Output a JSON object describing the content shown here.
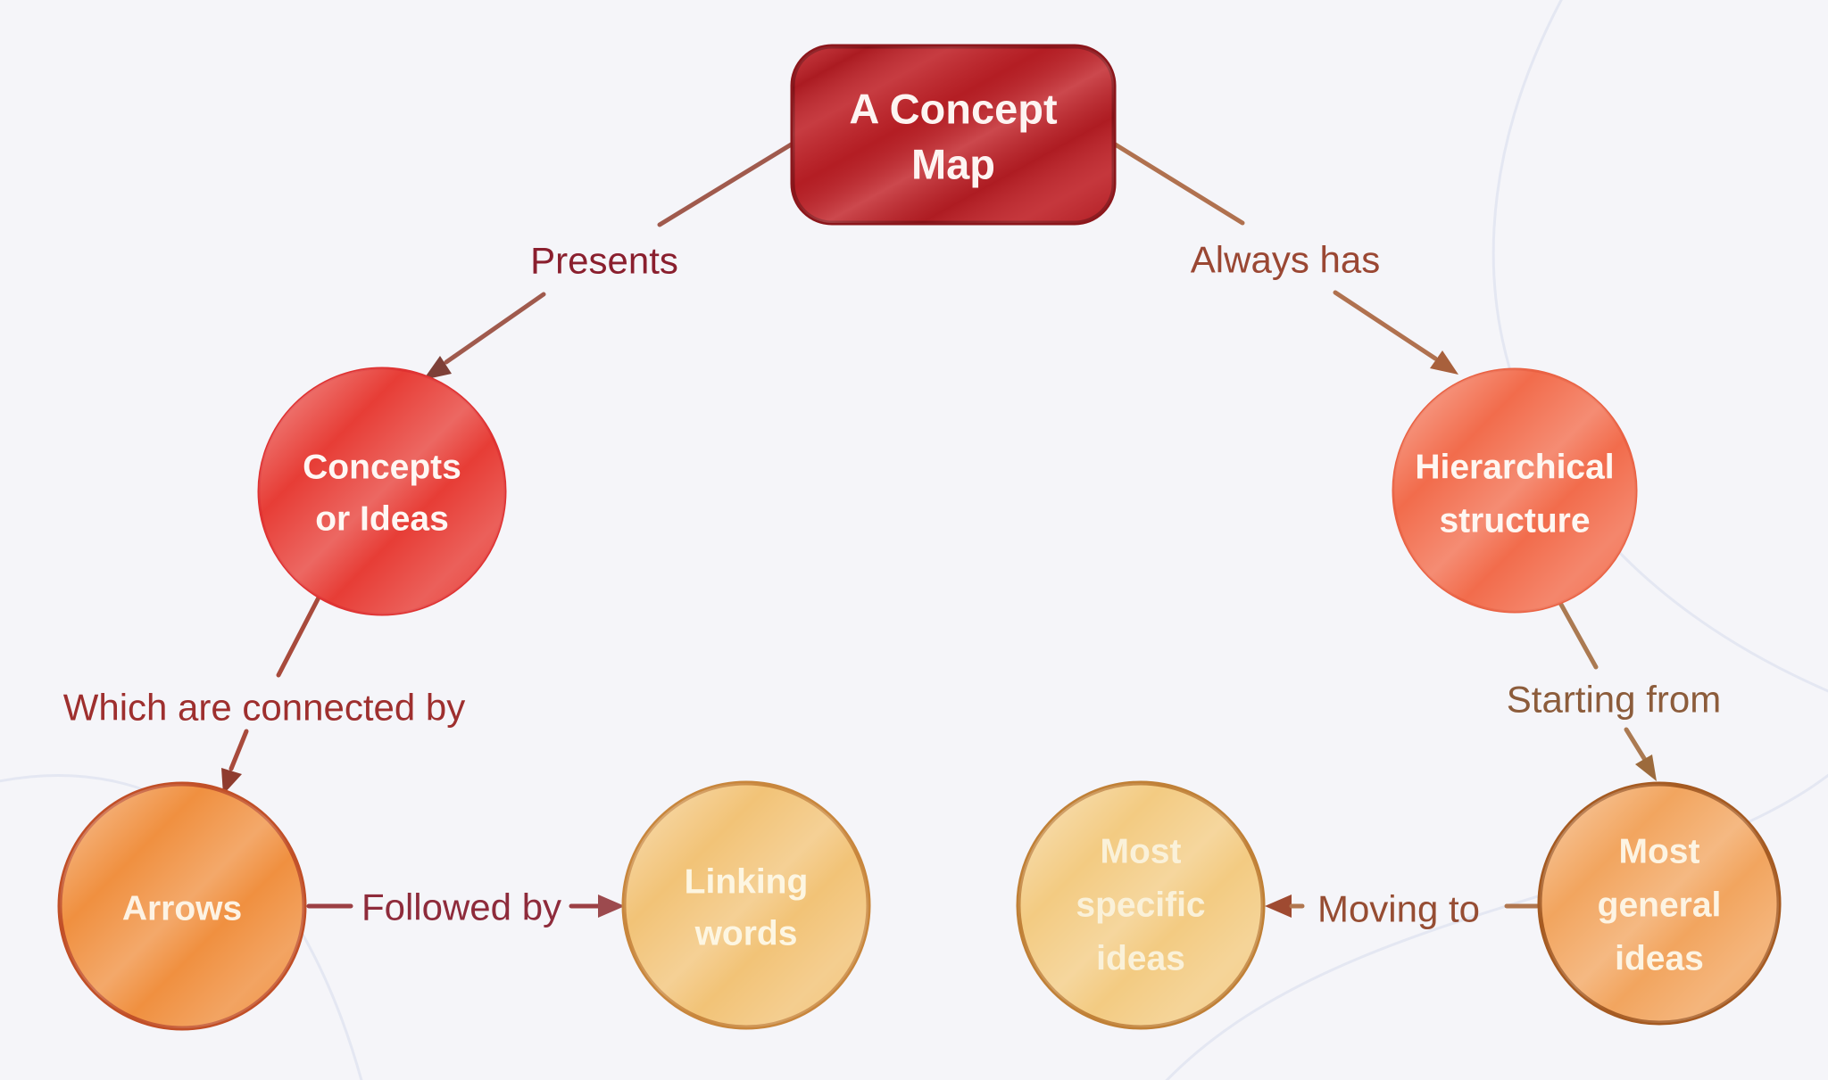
{
  "diagram": {
    "title": "A Concept Map",
    "background": "#f5f5f9"
  },
  "root": {
    "label": "A Concept Map",
    "lines": [
      "A Concept",
      "Map"
    ],
    "fill": "#bf2127",
    "border": "#8c161b",
    "text_color": "#fdf4f2"
  },
  "nodes": [
    {
      "id": "concepts-or-ideas",
      "label": "Concepts or Ideas",
      "lines": [
        "Concepts",
        "or Ideas"
      ],
      "fill": "#e73d36",
      "border": "#df3130",
      "text_color": "#fef7f4"
    },
    {
      "id": "hierarchical-structure",
      "label": "Hierarchical structure",
      "lines": [
        "Hierarchical",
        "structure"
      ],
      "fill": "#f26c4c",
      "border": "#ea6142",
      "text_color": "#fef7f2"
    },
    {
      "id": "arrows",
      "label": "Arrows",
      "lines": [
        "Arrows"
      ],
      "fill": "#f09040",
      "border": "#c14f27",
      "text_color": "#fdf3e4"
    },
    {
      "id": "linking-words",
      "label": "Linking words",
      "lines": [
        "Linking",
        "words"
      ],
      "fill": "#f2c377",
      "border": "#c8863c",
      "text_color": "#fdf6e2"
    },
    {
      "id": "most-specific-ideas",
      "label": "Most specific ideas",
      "lines": [
        "Most",
        "specific",
        "ideas"
      ],
      "fill": "#f3cb82",
      "border": "#c08036",
      "text_color": "#faf1d9"
    },
    {
      "id": "most-general-ideas",
      "label": "Most general ideas",
      "lines": [
        "Most",
        "general",
        "ideas"
      ],
      "fill": "#f2a55f",
      "border": "#a55a21",
      "text_color": "#fdf4e3"
    }
  ],
  "edges": [
    {
      "id": "presents",
      "label": "Presents",
      "label_color": "#8a1f2e",
      "line_color": "#a05a4d",
      "arrow_color": "#7e4038"
    },
    {
      "id": "always-has",
      "label": "Always has",
      "label_color": "#9a4733",
      "line_color": "#b0714f",
      "arrow_color": "#a8603c"
    },
    {
      "id": "which-are-connected-by",
      "label": "Which are connected by",
      "label_color": "#9e2f2e",
      "line_color": "#a84a3c",
      "arrow_color": "#8f3c2f"
    },
    {
      "id": "starting-from",
      "label": "Starting from",
      "label_color": "#8c5c3b",
      "line_color": "#ab7a52",
      "arrow_color": "#9c6a3c"
    },
    {
      "id": "followed-by",
      "label": "Followed by",
      "label_color": "#8e2b3b",
      "line_color": "#9c3f44",
      "arrow_color": "#9c4a4e"
    },
    {
      "id": "moving-to",
      "label": "Moving to",
      "label_color": "#964d33",
      "line_color": "#b0764f",
      "arrow_color": "#9f4a31"
    }
  ]
}
